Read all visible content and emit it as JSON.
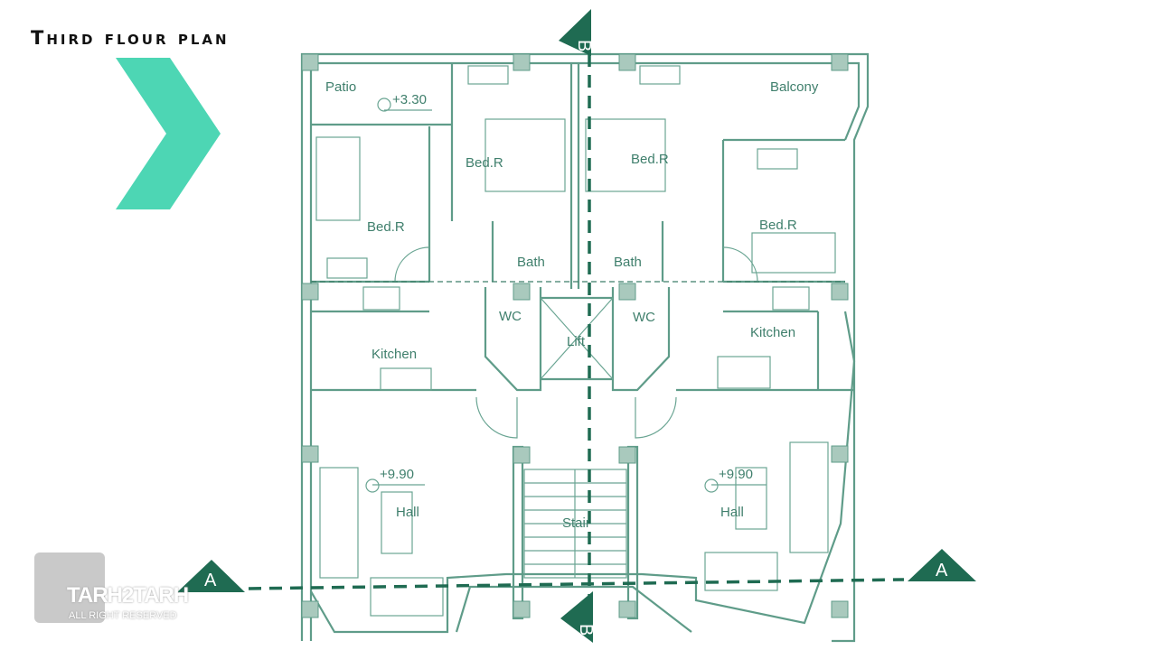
{
  "title": "Third flour plan",
  "colors": {
    "accent": "#4dd6b4",
    "line": "#5f9c89",
    "marker": "#1f6b52"
  },
  "rooms": {
    "patio": "Patio",
    "balcony": "Balcony",
    "bed_1": "Bed.R",
    "bed_2": "Bed.R",
    "bed_3": "Bed.R",
    "bed_4": "Bed.R",
    "bath_1": "Bath",
    "bath_2": "Bath",
    "wc_1": "WC",
    "wc_2": "WC",
    "lift": "Lift",
    "kitchen_1": "Kitchen",
    "kitchen_2": "Kitchen",
    "hall_1": "Hall",
    "hall_2": "Hall",
    "stair": "Stair"
  },
  "levels": {
    "patio": "+3.30",
    "hall_1": "+9.90",
    "hall_2": "+9.90"
  },
  "section_markers": {
    "a_left": "A",
    "a_right": "A",
    "b_top": "B",
    "b_bottom": "B"
  },
  "logo": {
    "name": "TARH2TARH",
    "rights": "ALL RIGHT RESERVED"
  }
}
